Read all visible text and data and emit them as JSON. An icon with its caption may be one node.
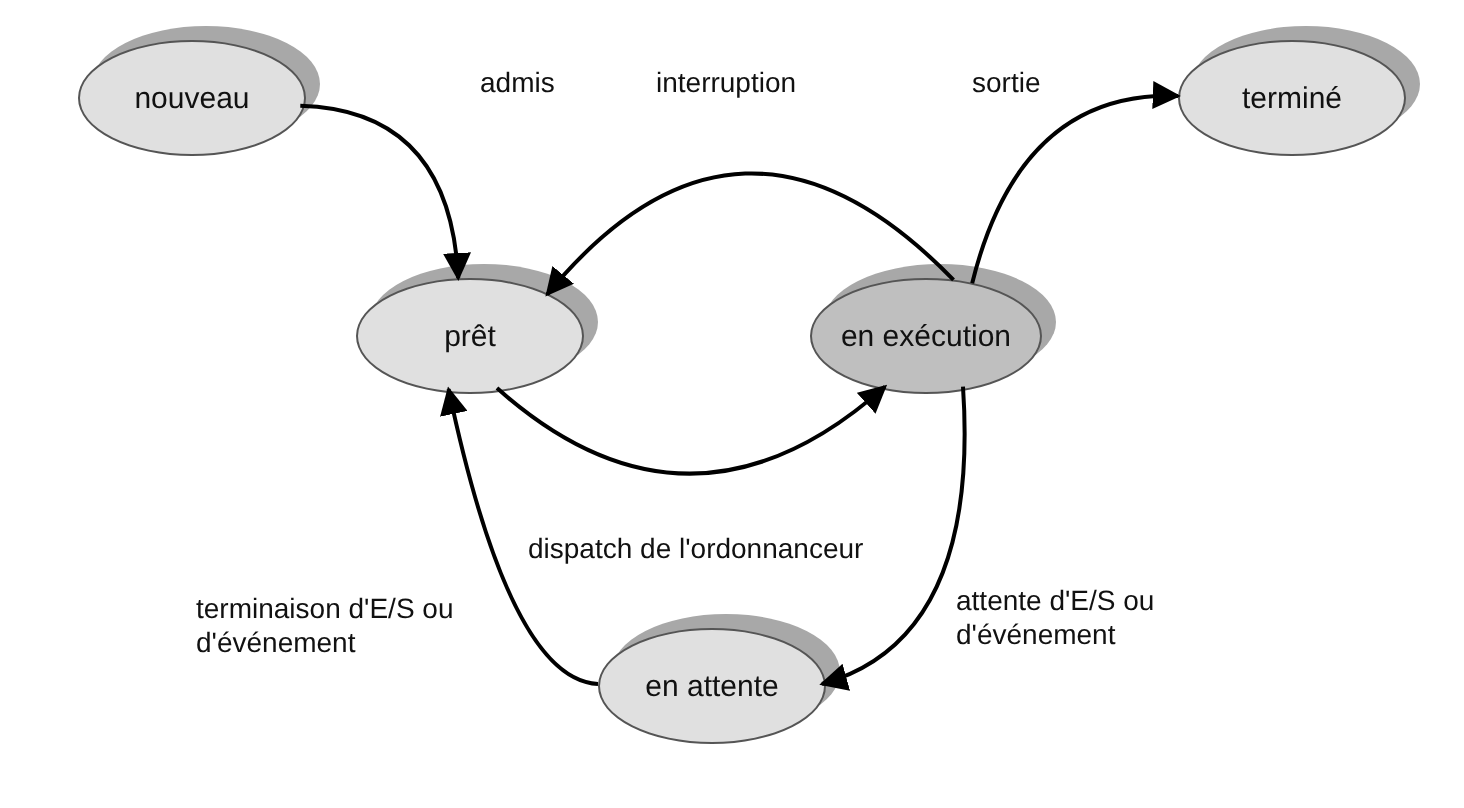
{
  "diagram": {
    "nodes": [
      {
        "text": [
          "nouveau"
        ]
      },
      {
        "text": [
          "terminé"
        ]
      },
      {
        "text": [
          "prêt"
        ]
      },
      {
        "text": [
          "en exécution"
        ]
      },
      {
        "text": [
          "en attente"
        ]
      }
    ],
    "edges": [
      {
        "from": 0,
        "to": 2,
        "arrow": "to",
        "label": "admis"
      },
      {
        "from": 3,
        "to": 2,
        "arrow": "to",
        "label": "interruption"
      },
      {
        "from": 3,
        "to": 1,
        "arrow": "to",
        "label": "sortie"
      },
      {
        "from": 2,
        "to": 3,
        "arrow": "to",
        "label": "dispatch de l'ordonnanceur"
      },
      {
        "from": 3,
        "to": 4,
        "arrow": "to",
        "label": "attente d'E/S ou d'événement"
      },
      {
        "from": 4,
        "to": 2,
        "arrow": "to",
        "label": "terminaison d'E/S ou d'événement"
      }
    ]
  }
}
